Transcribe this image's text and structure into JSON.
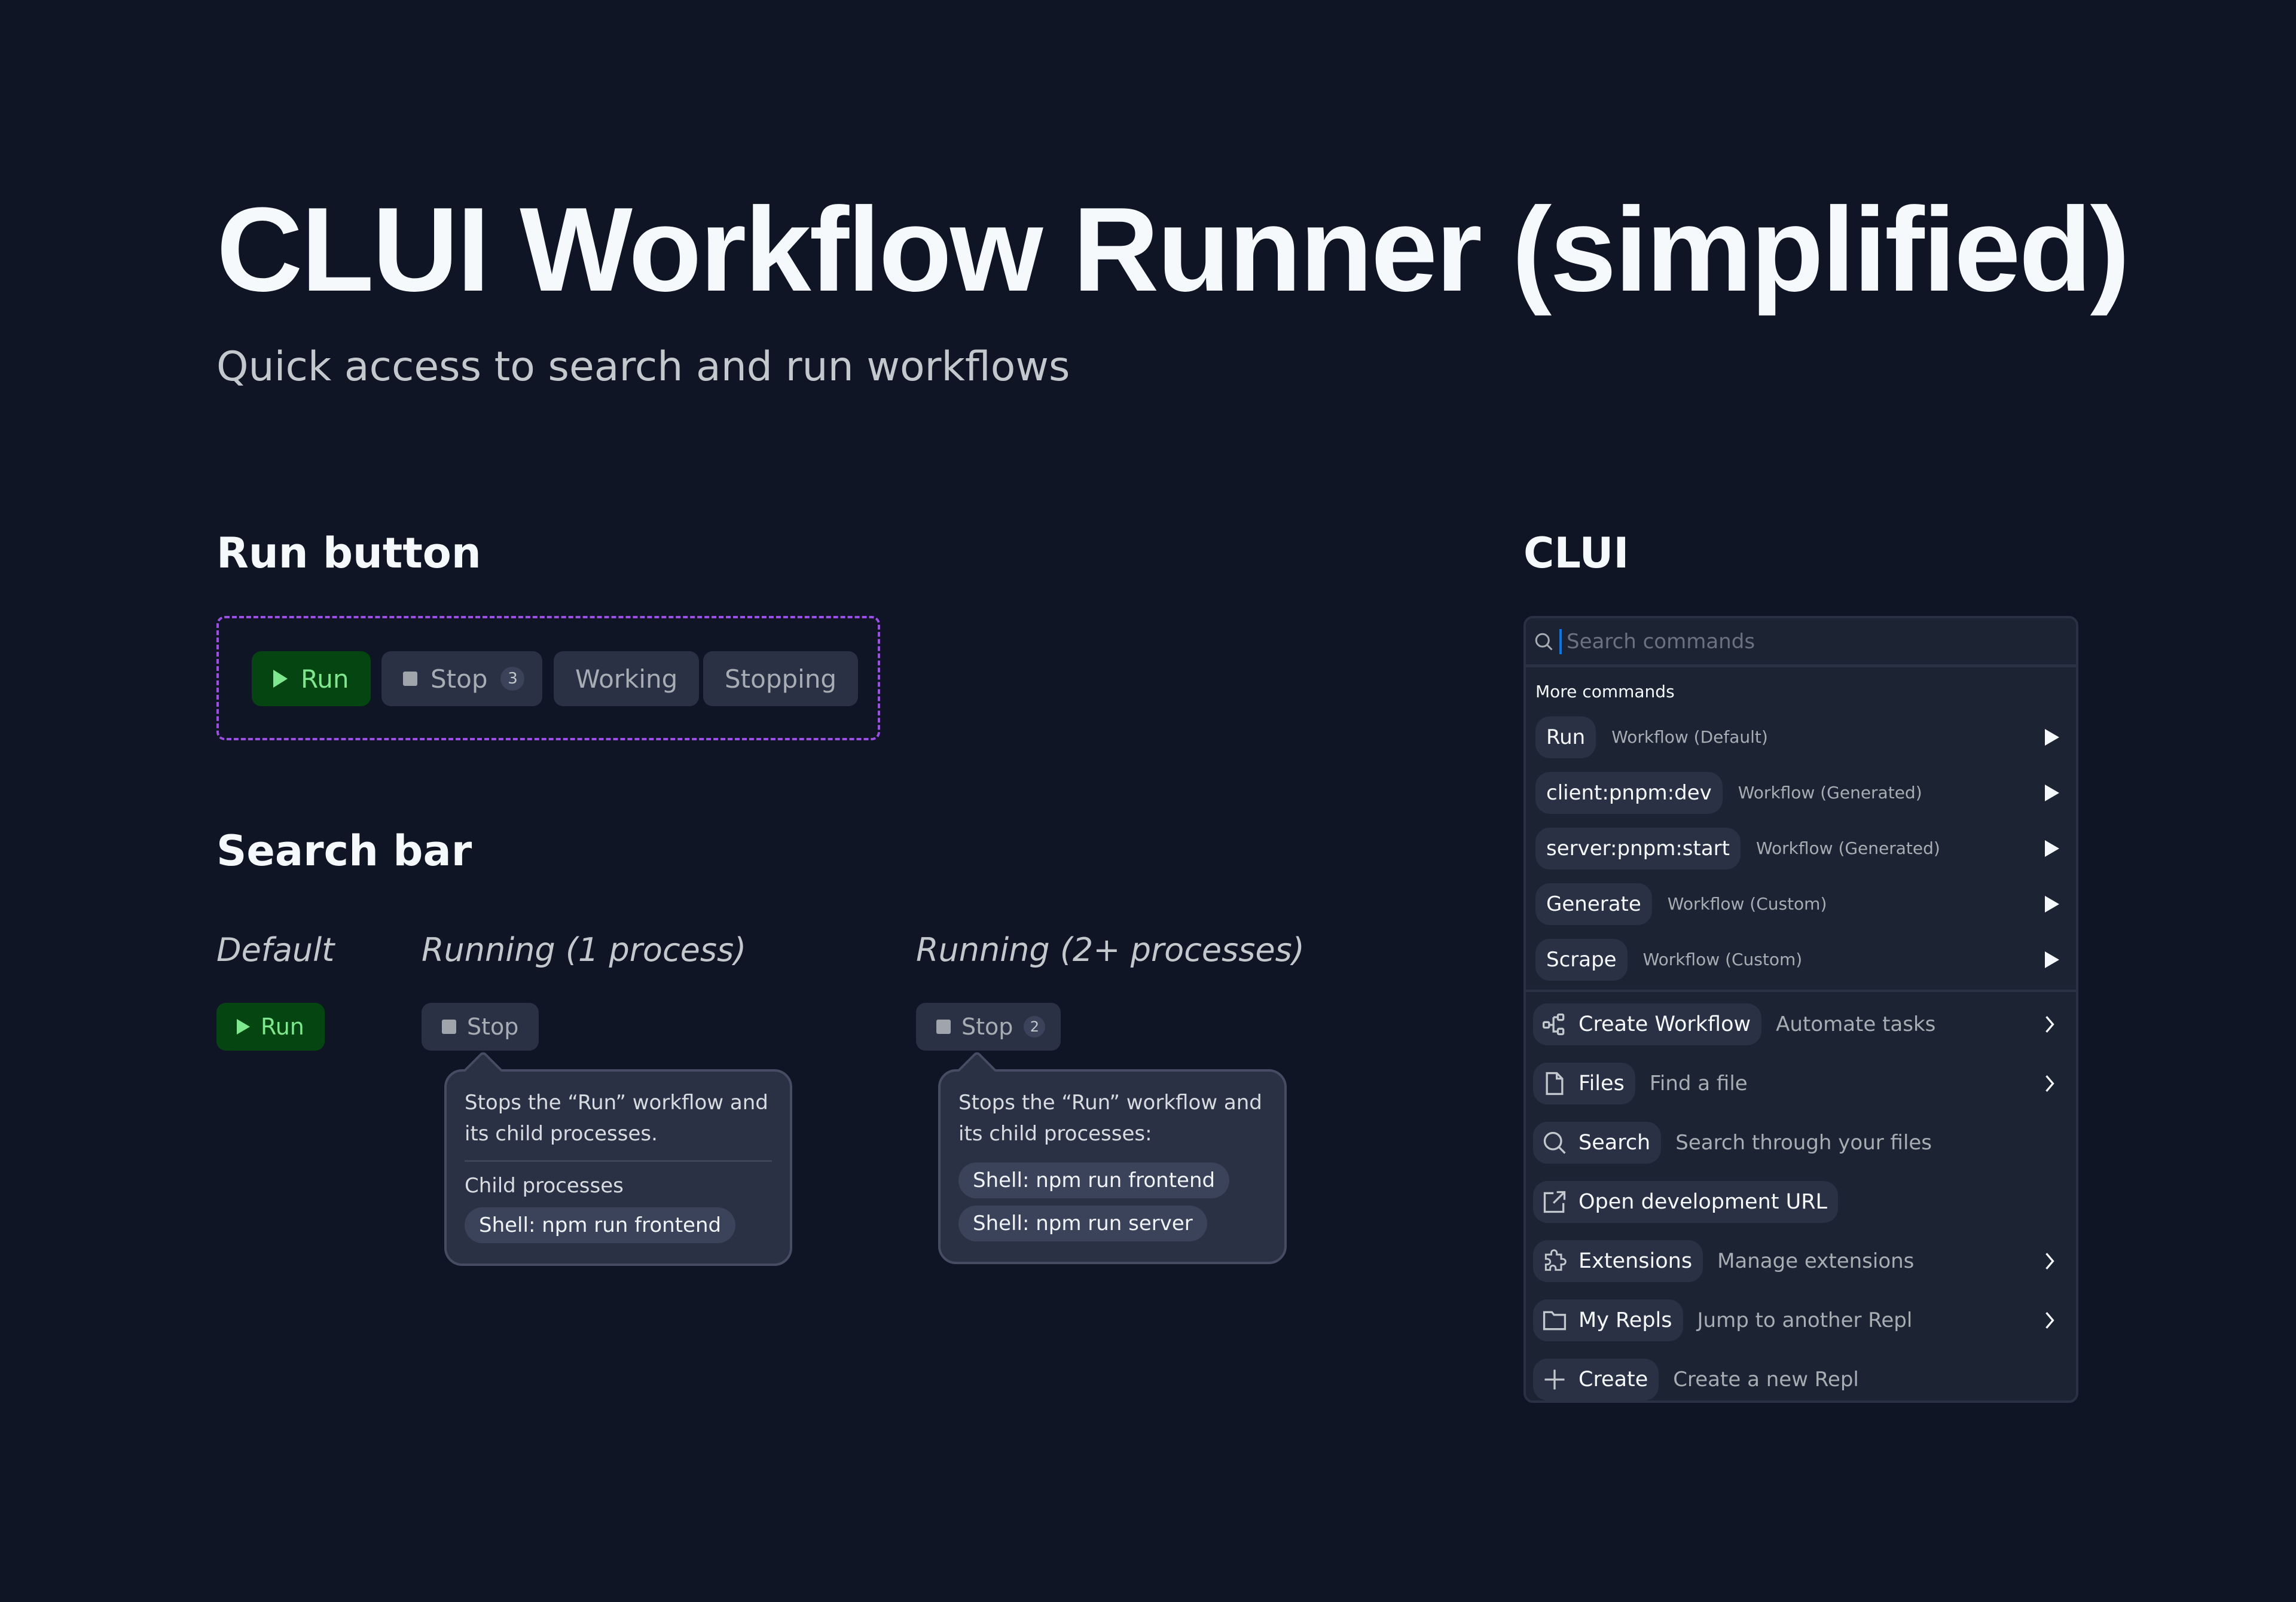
{
  "page": {
    "title": "CLUI Workflow Runner (simplified)",
    "subtitle": "Quick access to search and run workflows"
  },
  "colors": {
    "background": "#0f1524",
    "run_green_bg": "#054511",
    "run_green_fg": "#7ee88f",
    "neutral_bg": "#2b3145",
    "frame_purple": "#9b4fe6",
    "caret_blue": "#0079f2"
  },
  "run_button_section": {
    "heading": "Run button",
    "buttons": [
      {
        "label": "Run",
        "icon": "play-icon"
      },
      {
        "label": "Stop",
        "icon": "stop-icon",
        "count": "3"
      },
      {
        "label": "Working"
      },
      {
        "label": "Stopping"
      }
    ]
  },
  "search_bar_section": {
    "heading": "Search bar",
    "states": [
      {
        "label": "Default",
        "button": {
          "label": "Run",
          "icon": "play-icon"
        }
      },
      {
        "label": "Running (1 process)",
        "button": {
          "label": "Stop",
          "icon": "stop-icon"
        },
        "tooltip": {
          "text": "Stops the “Run” workflow and its child processes.",
          "subheading": "Child processes",
          "processes": [
            "Shell: npm run frontend"
          ]
        }
      },
      {
        "label": "Running (2+ processes)",
        "button": {
          "label": "Stop",
          "icon": "stop-icon",
          "count": "2"
        },
        "tooltip": {
          "text": "Stops the “Run” workflow and its child processes:",
          "processes": [
            "Shell: npm run frontend",
            "Shell: npm run server"
          ]
        }
      }
    ]
  },
  "clui": {
    "heading": "CLUI",
    "search": {
      "placeholder": "Search commands",
      "value": "",
      "icon": "search-icon"
    },
    "more_commands_label": "More commands",
    "workflows": [
      {
        "name": "Run",
        "type": "Workflow (Default)",
        "action_icon": "play-icon"
      },
      {
        "name": "client:pnpm:dev",
        "type": "Workflow (Generated)",
        "action_icon": "play-icon"
      },
      {
        "name": "server:pnpm:start",
        "type": "Workflow (Generated)",
        "action_icon": "play-icon"
      },
      {
        "name": "Generate",
        "type": "Workflow (Custom)",
        "action_icon": "play-icon"
      },
      {
        "name": "Scrape",
        "type": "Workflow (Custom)",
        "action_icon": "play-icon"
      }
    ],
    "actions": [
      {
        "name": "Create Workflow",
        "description": "Automate tasks",
        "icon": "workflow-icon",
        "has_submenu": true
      },
      {
        "name": "Files",
        "description": "Find a file",
        "icon": "file-icon",
        "has_submenu": true
      },
      {
        "name": "Search",
        "description": "Search through your files",
        "icon": "search-icon",
        "has_submenu": false
      },
      {
        "name": "Open development URL",
        "description": "",
        "icon": "external-link-icon",
        "has_submenu": false
      },
      {
        "name": "Extensions",
        "description": "Manage extensions",
        "icon": "puzzle-icon",
        "has_submenu": true
      },
      {
        "name": "My Repls",
        "description": "Jump to another Repl",
        "icon": "folder-icon",
        "has_submenu": true
      },
      {
        "name": "Create",
        "description": "Create a new Repl",
        "icon": "plus-icon",
        "has_submenu": false
      }
    ]
  }
}
